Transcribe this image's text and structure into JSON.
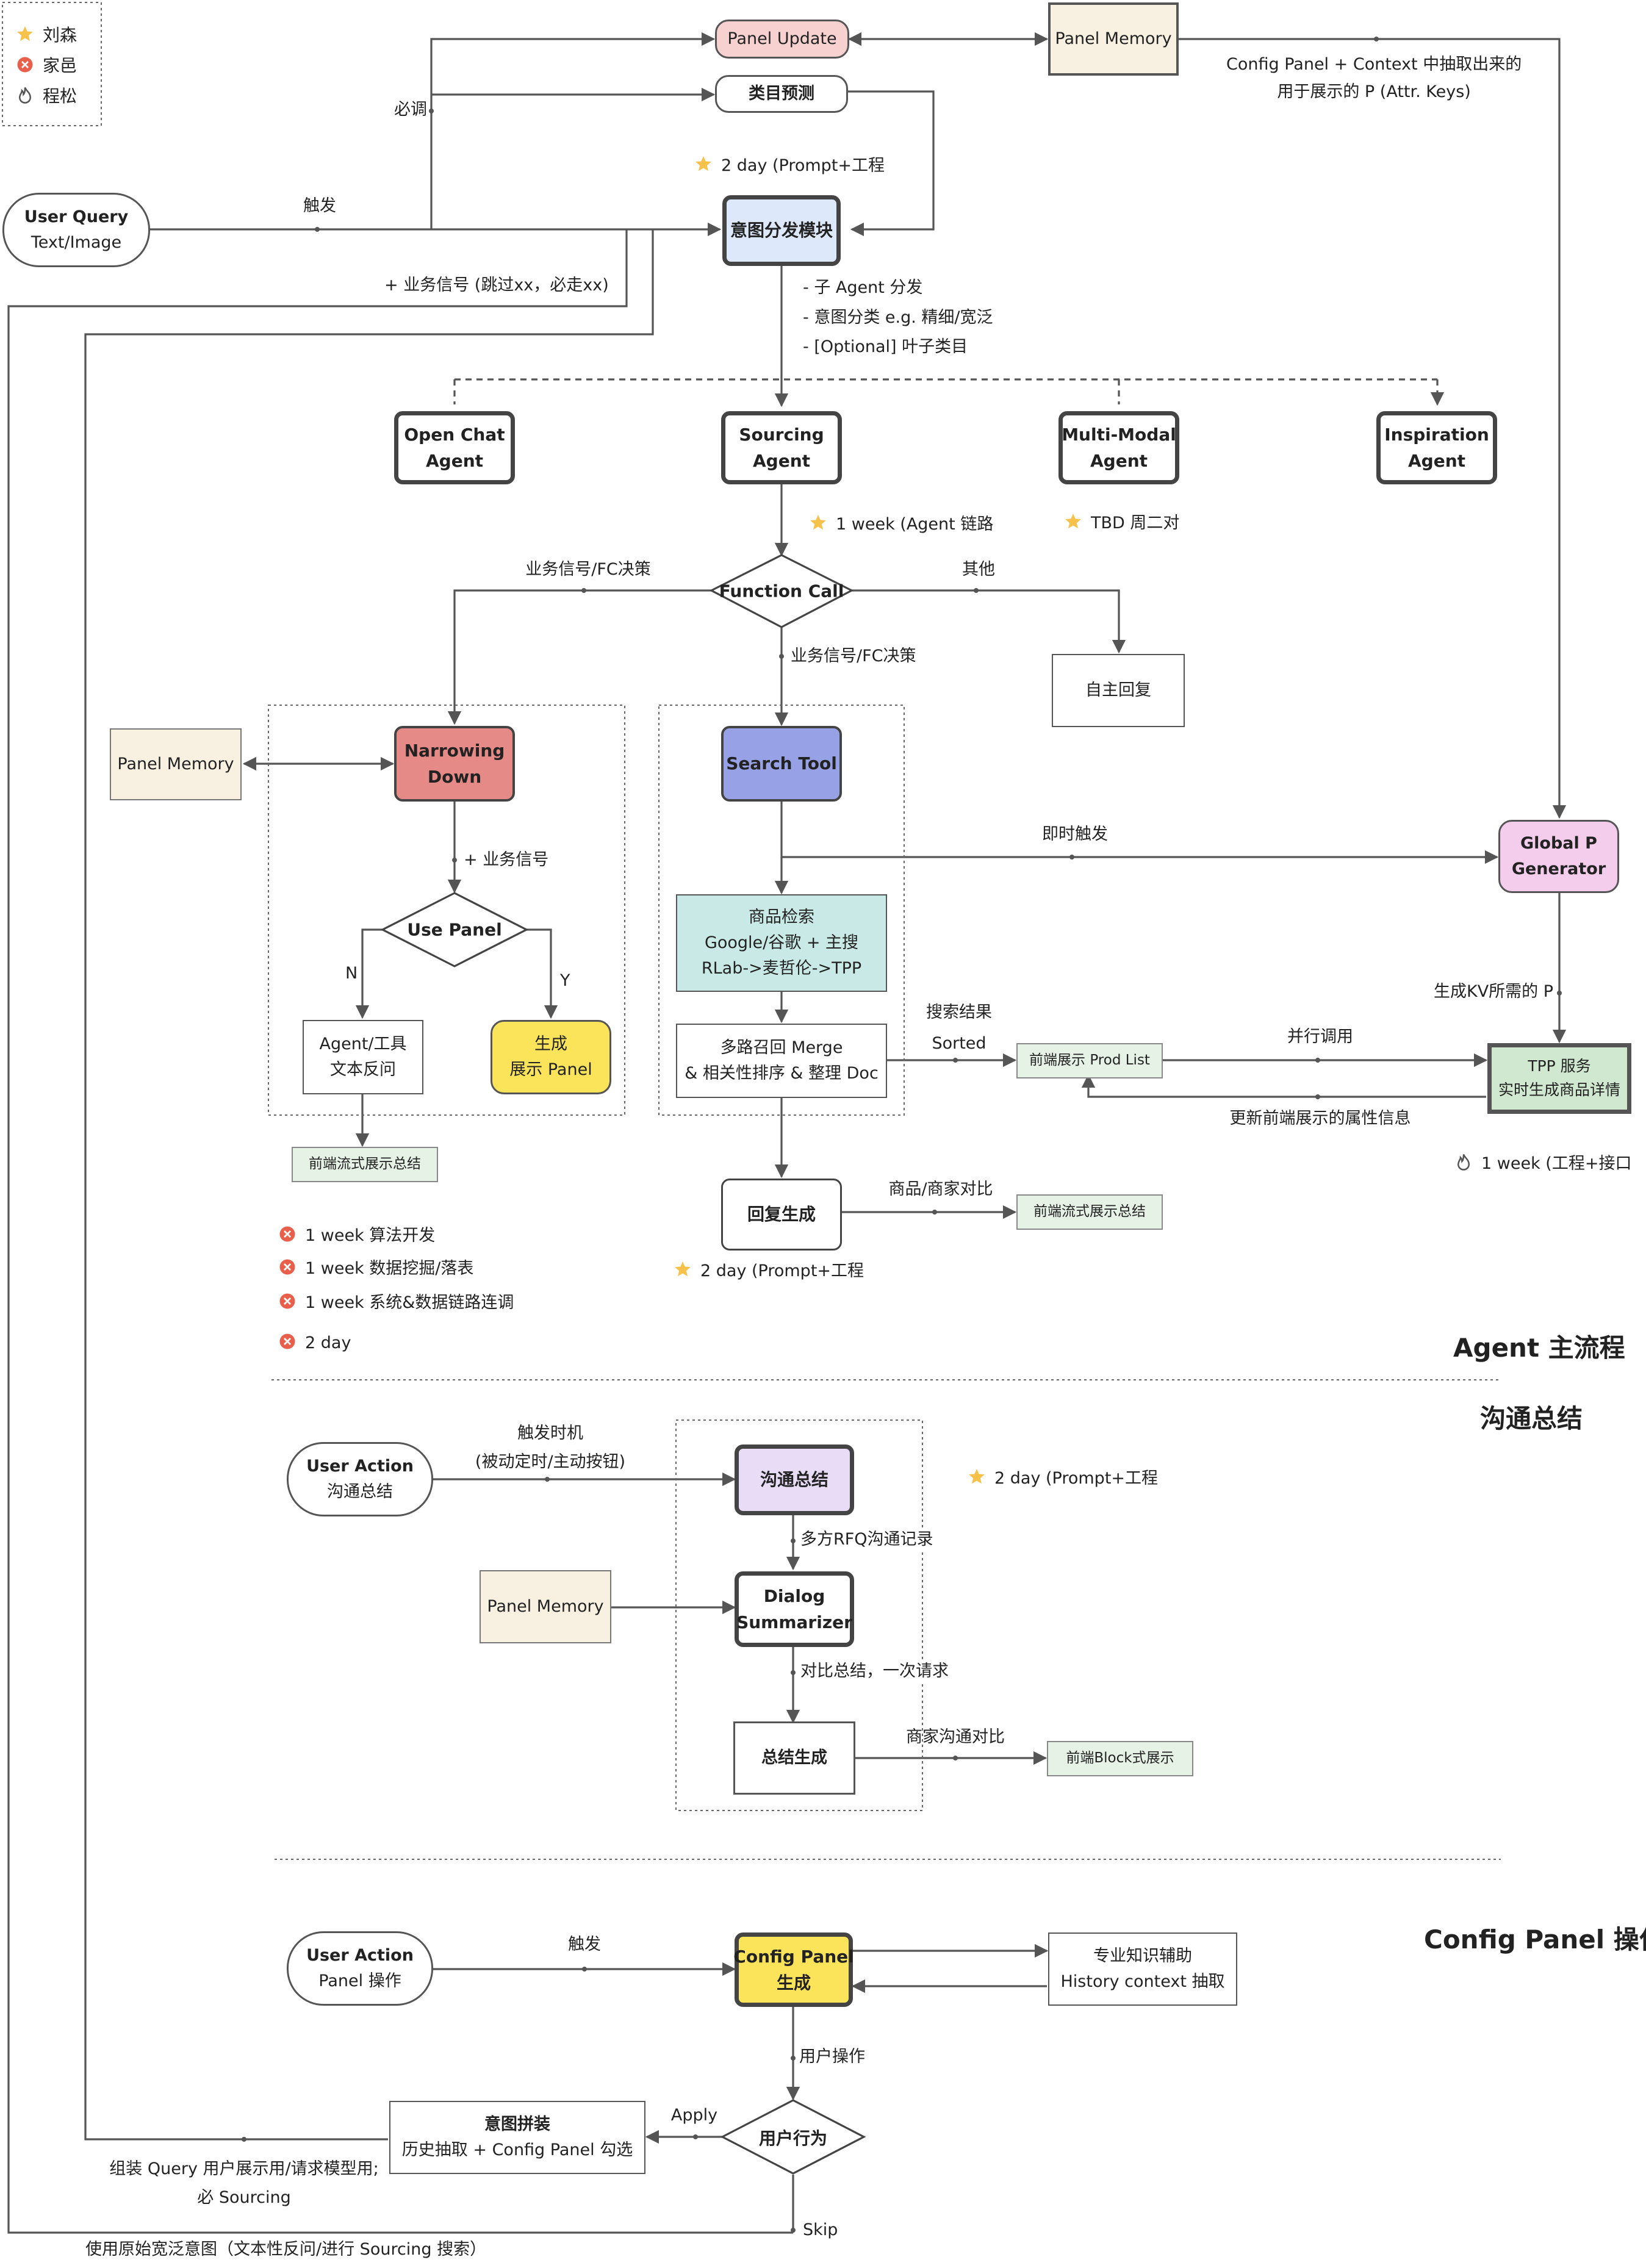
{
  "legend": [
    {
      "icon": "star-icon",
      "name": "刘森"
    },
    {
      "icon": "red-badge-icon",
      "name": "家邑"
    },
    {
      "icon": "flame-icon",
      "name": "程松"
    }
  ],
  "colors": {
    "pink": "#f7d0d0",
    "blue": "#dde9fb",
    "red": "#e58a86",
    "purple": "#97a1e6",
    "teal": "#c9e9e6",
    "yellow": "#fbe45a",
    "lavender": "#e8dcf7",
    "magenta": "#f4cdec",
    "green": "#cfe8cf",
    "cream": "#f8f1e1",
    "lightgreen": "#e6f2e6",
    "star": "#f7c24c",
    "badge": "#e8604c"
  },
  "nodes": {
    "panel_update": "Panel Update",
    "panel_memory_top": "Panel Memory",
    "config_panel_note": [
      "Config Panel + Context 中抽取出来的",
      "用于展示的 P (Attr. Keys)"
    ],
    "category_predict": "类目预测",
    "user_query": [
      "User Query",
      "Text/Image"
    ],
    "intent_module": "意图分发模块",
    "intent_notes": [
      "- 子 Agent 分发",
      "- 意图分类 e.g. 精细/宽泛",
      "- [Optional] 叶子类目"
    ],
    "open_chat": [
      "Open Chat",
      "Agent"
    ],
    "sourcing": [
      "Sourcing",
      "Agent"
    ],
    "multimodal": [
      "Multi-Modal",
      "Agent"
    ],
    "inspiration": [
      "Inspiration",
      "Agent"
    ],
    "function_call": "Function Call",
    "self_reply": "自主回复",
    "panel_memory_left": "Panel Memory",
    "narrowing": [
      "Narrowing",
      "Down"
    ],
    "use_panel": "Use Panel",
    "agent_tool": [
      "Agent/工具",
      "文本反问"
    ],
    "gen_panel": [
      "生成",
      "展示 Panel"
    ],
    "front_stream_left": "前端流式展示总结",
    "search_tool": "Search Tool",
    "product_search": [
      "商品检索",
      "Google/谷歌 + 主搜",
      "RLab->麦哲伦->TPP"
    ],
    "merge": [
      "多路召回 Merge",
      "& 相关性排序 & 整理 Doc"
    ],
    "reply_gen": "回复生成",
    "front_stream_mid": "前端流式展示总结",
    "prod_list": "前端展示 Prod List",
    "global_p": [
      "Global P",
      "Generator"
    ],
    "tpp": [
      "TPP 服务",
      "实时生成商品详情"
    ],
    "ua_summary": [
      "User Action",
      "沟通总结"
    ],
    "comm_summary": "沟通总结",
    "panel_memory_dialog": "Panel Memory",
    "dialog_summarizer": [
      "Dialog",
      "Summarizer"
    ],
    "summary_gen": "总结生成",
    "front_block": "前端Block式展示",
    "ua_panel": [
      "User Action",
      "Panel 操作"
    ],
    "config_gen": [
      "Config Panel",
      "生成"
    ],
    "expert": [
      "专业知识辅助",
      "History context 抽取"
    ],
    "user_behavior": "用户行为",
    "intent_splice": [
      "意图拼装",
      "历史抽取 + Config Panel 勾选"
    ]
  },
  "edges": {
    "must_call": "必调",
    "trigger": "触发",
    "biz_signal": "+ 业务信号 (跳过xx，必走xx)",
    "fc_left": "业务信号/FC决策",
    "fc_down": "业务信号/FC决策",
    "other": "其他",
    "plus_biz": "+ 业务信号",
    "no": "N",
    "yes": "Y",
    "instant": "即时触发",
    "search_result": [
      "搜索结果",
      "Sorted"
    ],
    "parallel": "并行调用",
    "update_attr": "更新前端展示的属性信息",
    "gen_kv": "生成KV所需的 P",
    "compare": "商品/商家对比",
    "trigger_timing": [
      "触发时机",
      "(被动定时/主动按钮)"
    ],
    "rfq": "多方RFQ沟通记录",
    "compare_once": "对比总结，一次请求",
    "merchant_compare": "商家沟通对比",
    "trigger2": "触发",
    "user_op": "用户操作",
    "apply": "Apply",
    "skip": "Skip",
    "assemble": [
      "组装 Query 用户展示用/请求模型用;",
      "必 Sourcing"
    ],
    "use_raw": "使用原始宽泛意图（文本性反问/进行 Sourcing 搜索）"
  },
  "estimates": {
    "intent": "2 day (Prompt+工程",
    "agent_chain": "1 week (Agent 链路",
    "tbd": "TBD 周二对",
    "algo": "1 week 算法开发",
    "data": "1 week 数据挖掘/落表",
    "system": "1 week 系统&数据链路连调",
    "two_day": "2 day",
    "reply": "2 day (Prompt+工程",
    "tpp": "1 week (工程+接口",
    "summary": "2 day (Prompt+工程"
  },
  "sections": {
    "main": "Agent 主流程",
    "comm": "沟通总结",
    "config": "Config Panel 操作"
  }
}
